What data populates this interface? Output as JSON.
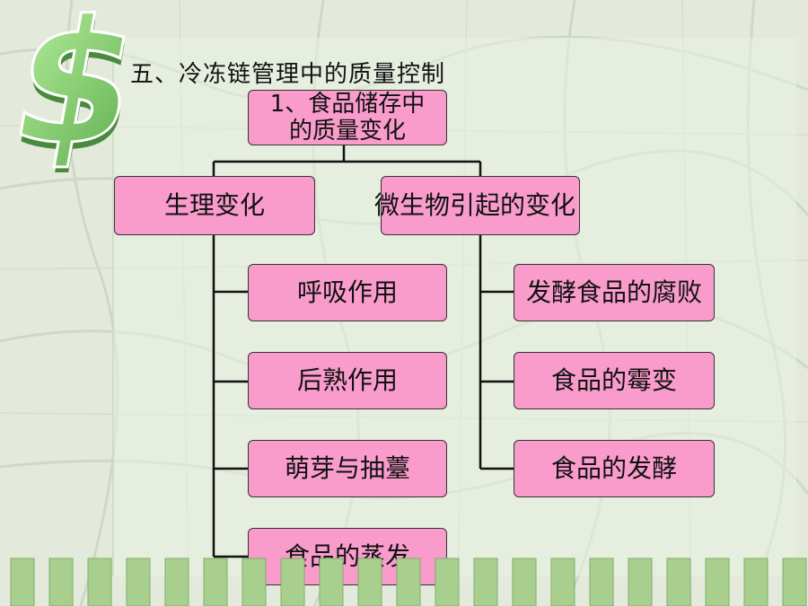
{
  "slide": {
    "title": "五、冷冻链管理中的质量控制",
    "logo_icon": "dollar-sign-icon"
  },
  "diagram": {
    "root": {
      "line1": "1、食品储存中",
      "line2": "的质量变化"
    },
    "branches": [
      {
        "label": "生理变化",
        "children": [
          "呼吸作用",
          "后熟作用",
          "萌芽与抽薹",
          "食品的蒸发"
        ]
      },
      {
        "label": "微生物引起的变化",
        "children": [
          "发酵食品的腐败",
          "食品的霉变",
          "食品的发酵"
        ]
      }
    ]
  },
  "colors": {
    "node_fill": "#f99ccc",
    "node_border": "#333333",
    "logo_green": "#8fd67a",
    "stripe_green": "#a9cf8f"
  }
}
